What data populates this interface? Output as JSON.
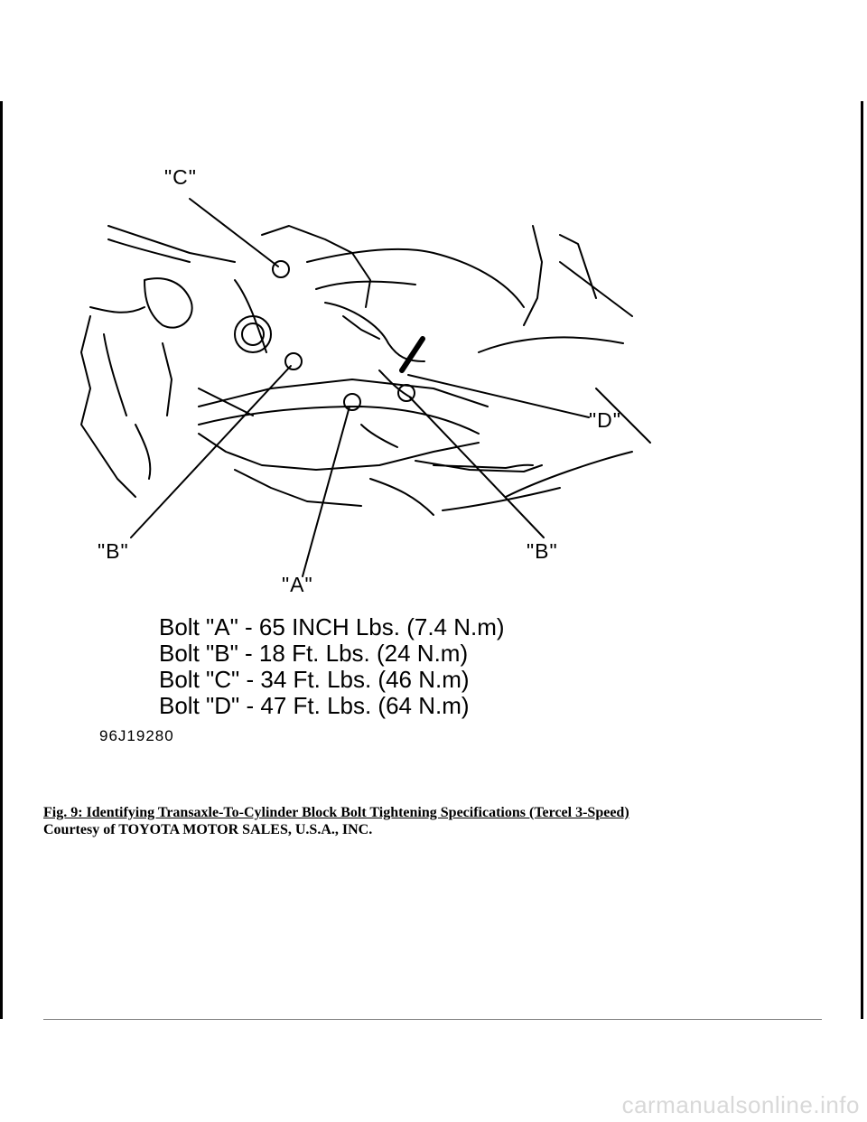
{
  "figure": {
    "callouts": {
      "c": "\"C\"",
      "d": "\"D\"",
      "b_left": "\"B\"",
      "b_right": "\"B\"",
      "a": "\"A\""
    },
    "specs": [
      "Bolt \"A\" - 65 INCH Lbs. (7.4 N.m)",
      "Bolt \"B\" - 18 Ft. Lbs. (24 N.m)",
      "Bolt \"C\" - 34 Ft. Lbs. (46 N.m)",
      "Bolt \"D\" - 47 Ft. Lbs. (64 N.m)"
    ],
    "code": "96J19280"
  },
  "caption": {
    "title": "Fig. 9: Identifying Transaxle-To-Cylinder Block Bolt Tightening Specifications (Tercel 3-Speed)",
    "credit": "Courtesy of TOYOTA MOTOR SALES, U.S.A., INC."
  },
  "watermark": "carmanualsonline.info"
}
